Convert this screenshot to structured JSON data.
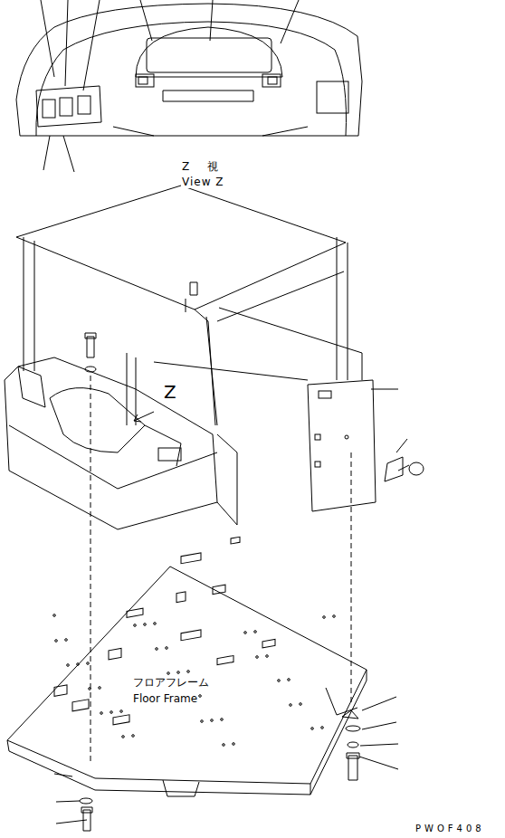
{
  "diagram": {
    "labels": [
      "Z　視",
      "View Z",
      "Z",
      "フロアフレーム",
      "Floor Frame",
      "PWOF408"
    ]
  }
}
